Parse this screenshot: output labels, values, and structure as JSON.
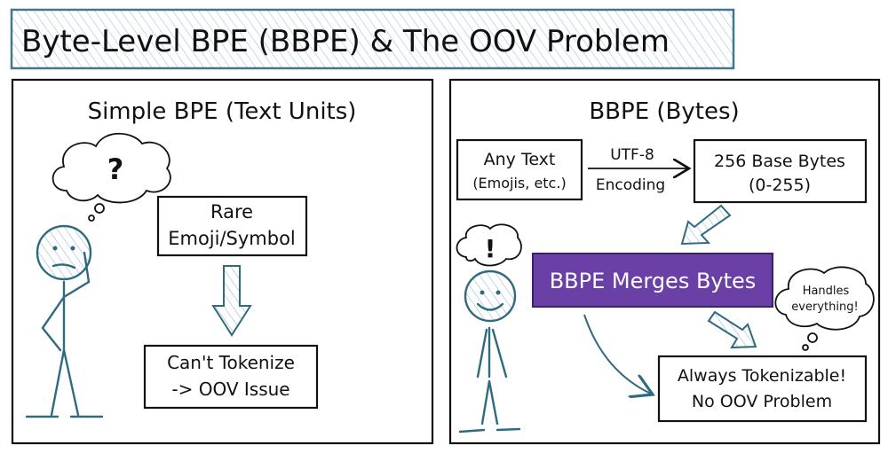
{
  "title": "Byte-Level BPE (BBPE) & The OOV Problem",
  "left_panel": {
    "heading": "Simple BPE (Text Units)",
    "thought": "?",
    "rare_box": [
      "Rare",
      "Emoji/Symbol"
    ],
    "result_box": [
      "Can't Tokenize",
      "-> OOV Issue"
    ]
  },
  "right_panel": {
    "heading": "BBPE (Bytes)",
    "thought": "!",
    "input_box": [
      "Any Text",
      "(Emojis, etc.)"
    ],
    "arrow_label": [
      "UTF-8",
      "Encoding"
    ],
    "bytes_box": [
      "256 Base Bytes",
      "(0-255)"
    ],
    "merge_box": "BBPE Merges Bytes",
    "cloud_text": [
      "Handles",
      "everything!"
    ],
    "result_box": [
      "Always Tokenizable!",
      "No OOV Problem"
    ]
  },
  "colors": {
    "accent": "#2f6a80",
    "merge": "#6a3fa6"
  }
}
